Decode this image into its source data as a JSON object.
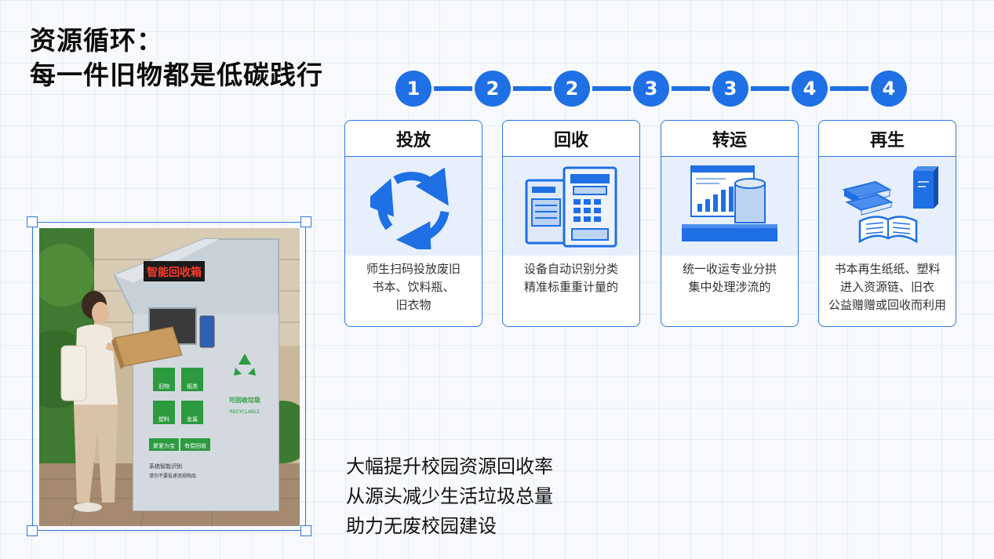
{
  "title": {
    "line1": "资源循环：",
    "line2": "每一件旧物都是低碳践行"
  },
  "steps": [
    "1",
    "2",
    "2",
    "3",
    "3",
    "4",
    "4"
  ],
  "cards": [
    {
      "heading": "投放",
      "icon": "recycle-arrows-icon",
      "lines": [
        "师生扫码投放废旧",
        "书本、饮料瓶、",
        "旧衣物"
      ]
    },
    {
      "heading": "回收",
      "icon": "recycling-machine-icon",
      "lines": [
        "设备自动识别分类",
        "精准标重重计量的"
      ]
    },
    {
      "heading": "转运",
      "icon": "sorting-dashboard-icon",
      "lines": [
        "统一收运专业分拱",
        "集中处理涉流的"
      ]
    },
    {
      "heading": "再生",
      "icon": "books-clothes-icon",
      "lines": [
        "书本再生纸纸、塑料",
        "进入资源链、旧衣",
        "公益赠赠或回收而利用"
      ]
    }
  ],
  "photo": {
    "machine_sign": "智能回收箱",
    "recycle_label": "可回收垃圾",
    "recycle_label_en": "RECYCLABLE",
    "slots": [
      "旧物",
      "纸类",
      "塑料",
      "金属"
    ],
    "bottom_buttons": [
      "聚爱为宝",
      "有偿回收"
    ],
    "panel_line1": "系统智能识别",
    "panel_line2": "请勿不要投递违规物品"
  },
  "bullets": [
    "大幅提升校园资源回收率",
    "从源头减少生活垃圾总量",
    "助力无废校园建设"
  ],
  "colors": {
    "accent": "#1f6fe5",
    "card_bg": "#e6effb",
    "machine": "#c9d1d8",
    "green": "#2c9a3f"
  }
}
